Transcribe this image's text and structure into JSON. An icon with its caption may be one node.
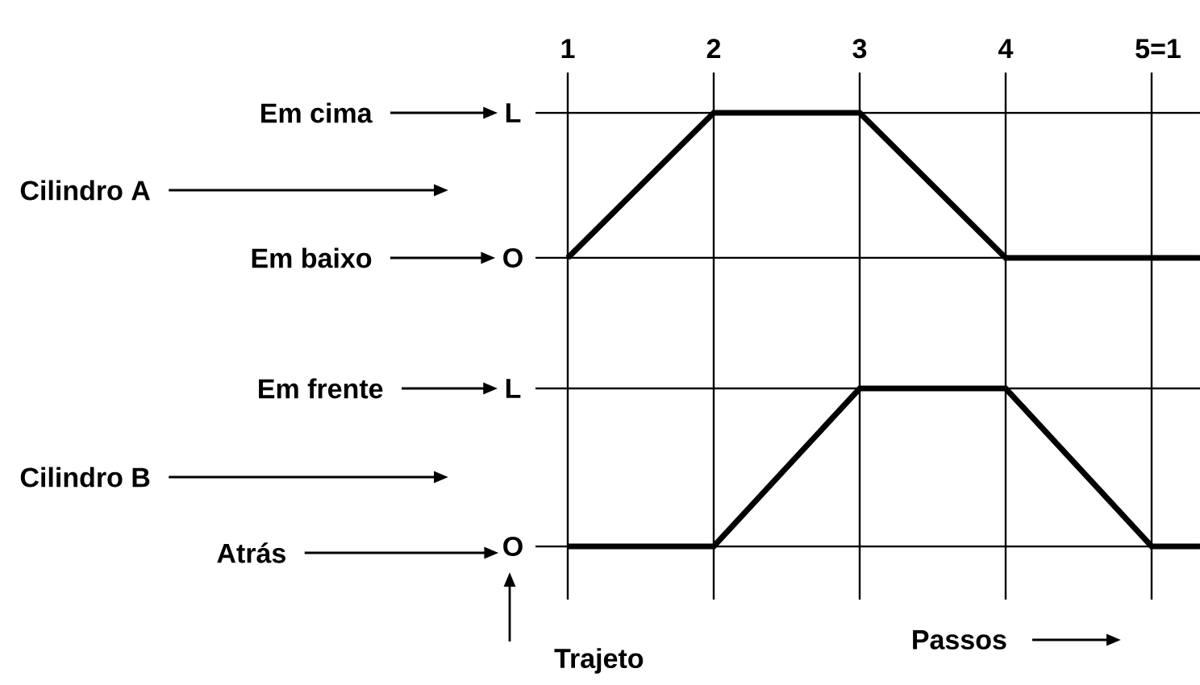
{
  "diagram": {
    "nodes": [
      {
        "text": [
          "Em cima"
        ]
      },
      {
        "text": [
          "L"
        ]
      },
      {
        "text": [
          "Cilindro A"
        ]
      },
      {
        "text": [
          "Em baixo"
        ]
      },
      {
        "text": [
          "O"
        ]
      },
      {
        "text": [
          "Em frente"
        ]
      },
      {
        "text": [
          "L"
        ]
      },
      {
        "text": [
          "Cilindro B"
        ]
      },
      {
        "text": [
          "Atrás"
        ]
      },
      {
        "text": [
          "O"
        ]
      }
    ],
    "edges": [
      {
        "from": 0,
        "to": 1,
        "arrow": "to"
      },
      {
        "from": 2,
        "to": null,
        "arrow": "to"
      },
      {
        "from": 3,
        "to": 4,
        "arrow": "to"
      },
      {
        "from": 5,
        "to": 6,
        "arrow": "to"
      },
      {
        "from": 7,
        "to": null,
        "arrow": "to"
      },
      {
        "from": 8,
        "to": 9,
        "arrow": "to"
      }
    ],
    "labels": [
      "1",
      "2",
      "3",
      "4",
      "5=1",
      "Passos",
      "Trajeto"
    ]
  }
}
